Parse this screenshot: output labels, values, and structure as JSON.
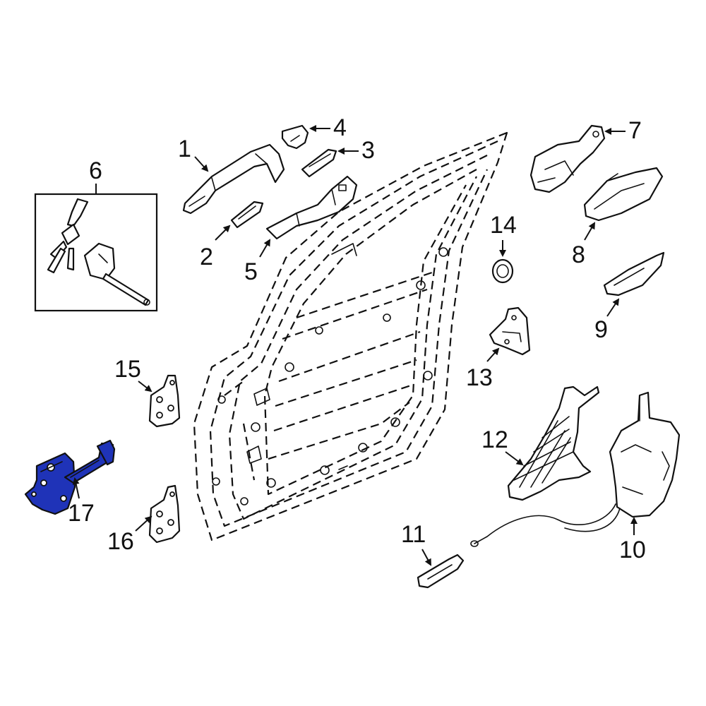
{
  "highlight_color": "#1f33b8",
  "callouts": {
    "c1": "1",
    "c2": "2",
    "c3": "3",
    "c4": "4",
    "c5": "5",
    "c6": "6",
    "c7": "7",
    "c8": "8",
    "c9": "9",
    "c10": "10",
    "c11": "11",
    "c12": "12",
    "c13": "13",
    "c14": "14",
    "c15": "15",
    "c16": "16",
    "c17": "17"
  },
  "highlighted_part": "17"
}
